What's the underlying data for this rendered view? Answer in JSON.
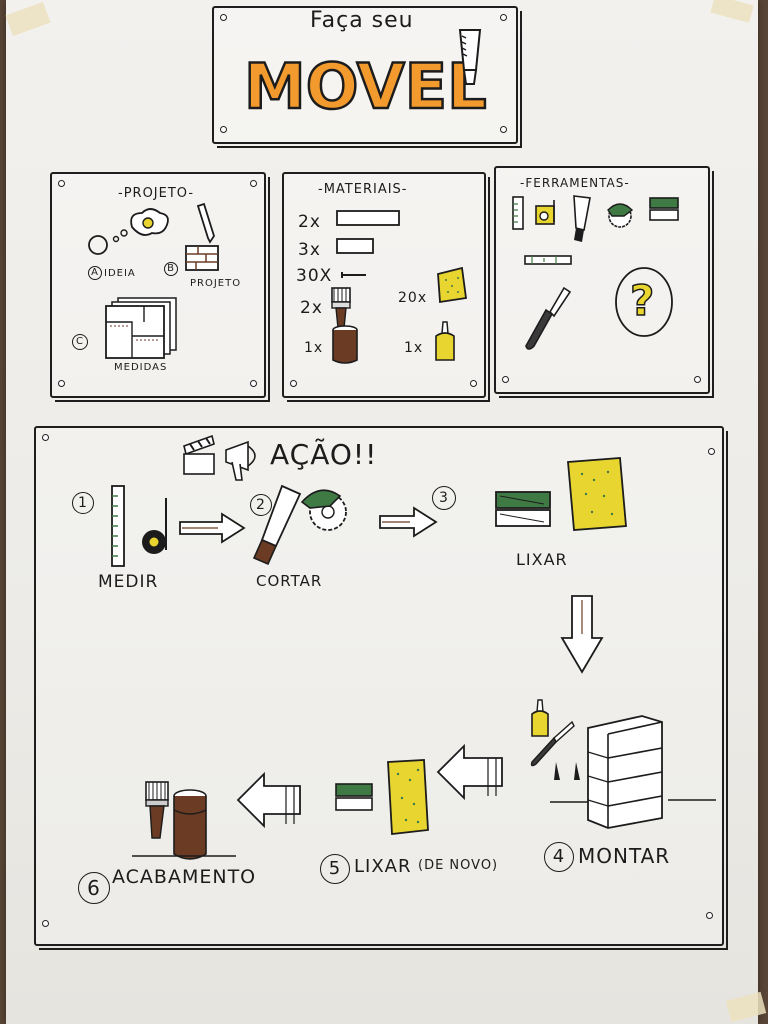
{
  "title": {
    "line1": "Faça seu",
    "line2": "MOVEL"
  },
  "projeto": {
    "heading": "-PROJETO-",
    "idea_label": "IDEIA",
    "idea_letter": "A",
    "projeto_letter": "B",
    "projeto_label": "PROJETO",
    "medidas_letter": "C",
    "medidas_label": "MEDIDAS"
  },
  "materiais": {
    "heading": "-MATERIAIS-",
    "qty_board_large": "2x",
    "qty_board_small": "3x",
    "qty_nails": "30X",
    "qty_brush": "2x",
    "qty_sandpaper": "20x",
    "qty_paint": "1x",
    "qty_glue": "1x"
  },
  "ferramentas": {
    "heading": "-FERRAMENTAS-",
    "question_mark": "?"
  },
  "acao": {
    "heading": "AÇÃO!!",
    "step1_number": "1",
    "step1_label": "MEDIR",
    "step2_number": "2",
    "step2_label": "CORTAR",
    "step3_number": "3",
    "step3_label": "LIXAR",
    "step4_number": "4",
    "step4_label": "MONTAR",
    "step5_number": "5",
    "step5_label": "LIXAR",
    "step5_note": "(DE NOVO)",
    "step6_number": "6",
    "step6_label": "ACABAMENTO"
  },
  "colors": {
    "orange": "#f29a2e",
    "yellow": "#e8d530",
    "green": "#3f7a45",
    "brown": "#6b3b24",
    "ink": "#1c1c1c"
  }
}
